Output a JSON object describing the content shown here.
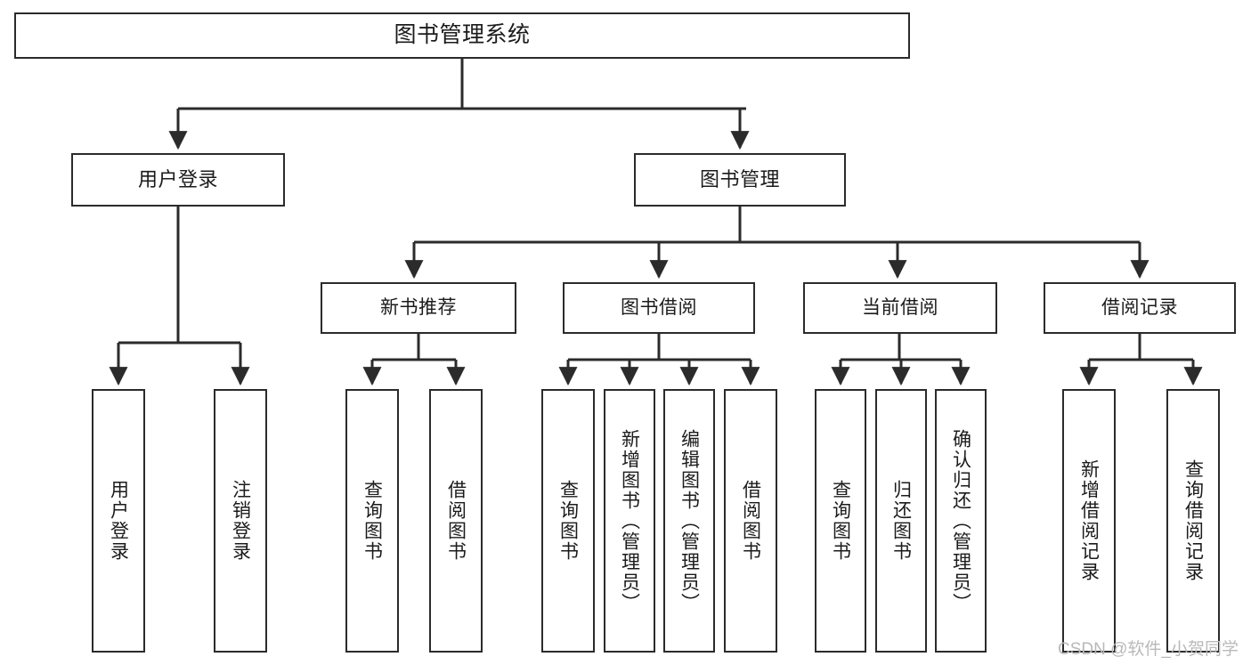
{
  "diagram": {
    "type": "tree-hierarchy",
    "title": "图书管理系统",
    "watermark": "CSDN @软件_小贺同学",
    "colors": {
      "stroke": "#2b2b2b",
      "fill": "#ffffff",
      "text": "#1b1b1b",
      "watermark": "#b9b9b9"
    },
    "root": {
      "label": "图书管理系统"
    },
    "level1": [
      {
        "label": "用户登录"
      },
      {
        "label": "图书管理"
      }
    ],
    "level2": [
      {
        "label": "新书推荐"
      },
      {
        "label": "图书借阅"
      },
      {
        "label": "当前借阅"
      },
      {
        "label": "借阅记录"
      }
    ],
    "leaves": {
      "user_login": [
        {
          "label": "用户登录"
        },
        {
          "label": "注销登录"
        }
      ],
      "new_book_recommend": [
        {
          "label": "查询图书"
        },
        {
          "label": "借阅图书"
        }
      ],
      "book_borrow": [
        {
          "label": "查询图书"
        },
        {
          "label": "新增图书（管理员）"
        },
        {
          "label": "编辑图书（管理员）"
        },
        {
          "label": "借阅图书"
        }
      ],
      "current_borrow": [
        {
          "label": "查询图书"
        },
        {
          "label": "归还图书"
        },
        {
          "label": "确认归还（管理员）"
        }
      ],
      "borrow_record": [
        {
          "label": "新增借阅记录"
        },
        {
          "label": "查询借阅记录"
        }
      ]
    }
  }
}
